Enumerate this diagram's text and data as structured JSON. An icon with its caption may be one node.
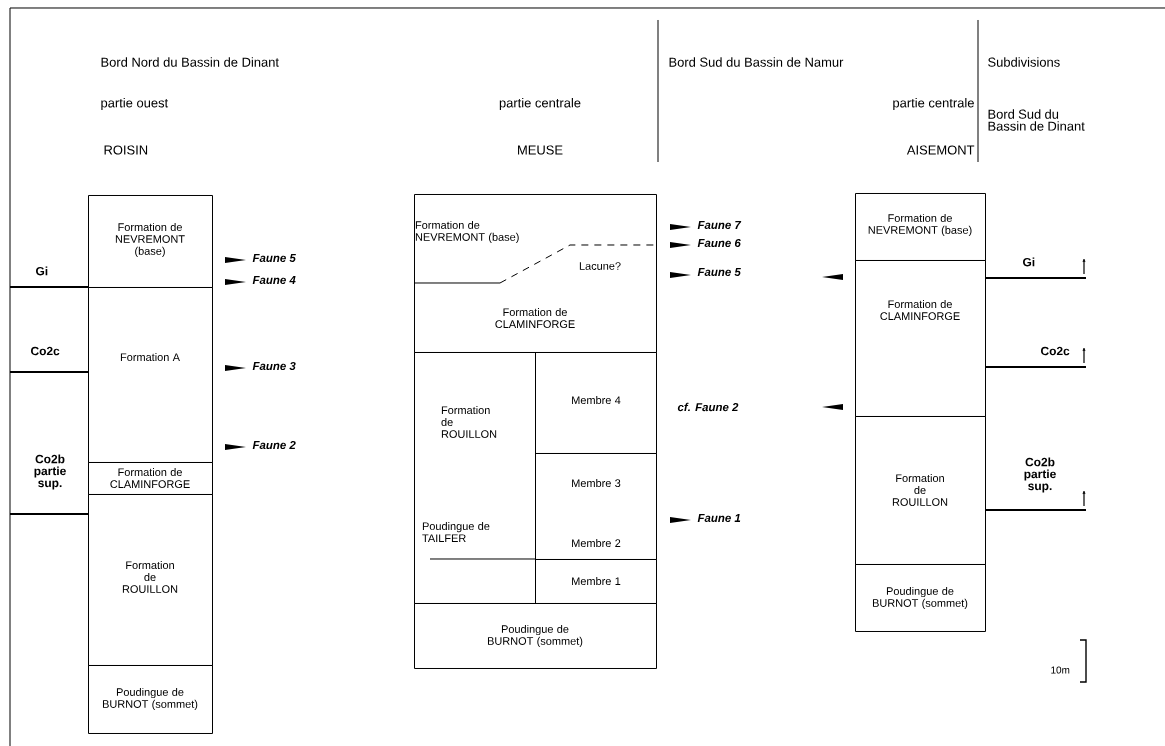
{
  "diagram": {
    "nodes": [
      {
        "text": [
          "Formation de NEVREMONT (base)"
        ]
      },
      {
        "text": [
          "Formation A"
        ]
      },
      {
        "text": [
          "Formation de CLAMINFORGE"
        ]
      },
      {
        "text": [
          "Formation de ROUILLON"
        ]
      },
      {
        "text": [
          "Poudingue de BURNOT (sommet)"
        ]
      },
      {
        "text": [
          "Formation de NEVREMONT (base)",
          "Lacune?",
          "Formation de CLAMINFORGE"
        ]
      },
      {
        "text": [
          "Formation de ROUILLON",
          "Poudingue de TAILFER"
        ]
      },
      {
        "text": [
          "Membre 4"
        ]
      },
      {
        "text": [
          "Membre 3",
          "Membre 2"
        ]
      },
      {
        "text": [
          "Membre 1"
        ]
      },
      {
        "text": [
          "Poudingue de BURNOT (sommet)"
        ]
      },
      {
        "text": [
          "Formation de NEVREMONT (base)"
        ]
      },
      {
        "text": [
          "Formation de CLAMINFORGE"
        ]
      },
      {
        "text": [
          "Formation de ROUILLON"
        ]
      },
      {
        "text": [
          "Poudingue de BURNOT (sommet)"
        ]
      }
    ],
    "labels": [
      "Bord Nord du Bassin de Dinant",
      "Bord Sud du Bassin de Namur",
      "Subdivisions",
      "partie ouest",
      "partie centrale",
      "partie centrale",
      "Bord Sud du Bassin de Dinant",
      "ROISIN",
      "MEUSE",
      "AISEMONT",
      "Faune 7",
      "Faune 6",
      "Faune 5",
      "Gi",
      "Faune 4",
      "Faune 5",
      "Gi",
      "Co2c",
      "Faune 3",
      "Co2c",
      "cf. Faune 2",
      "Faune 2",
      "Co2b partie sup.",
      "Co2b partie sup.",
      "Faune 1",
      "10m"
    ]
  }
}
